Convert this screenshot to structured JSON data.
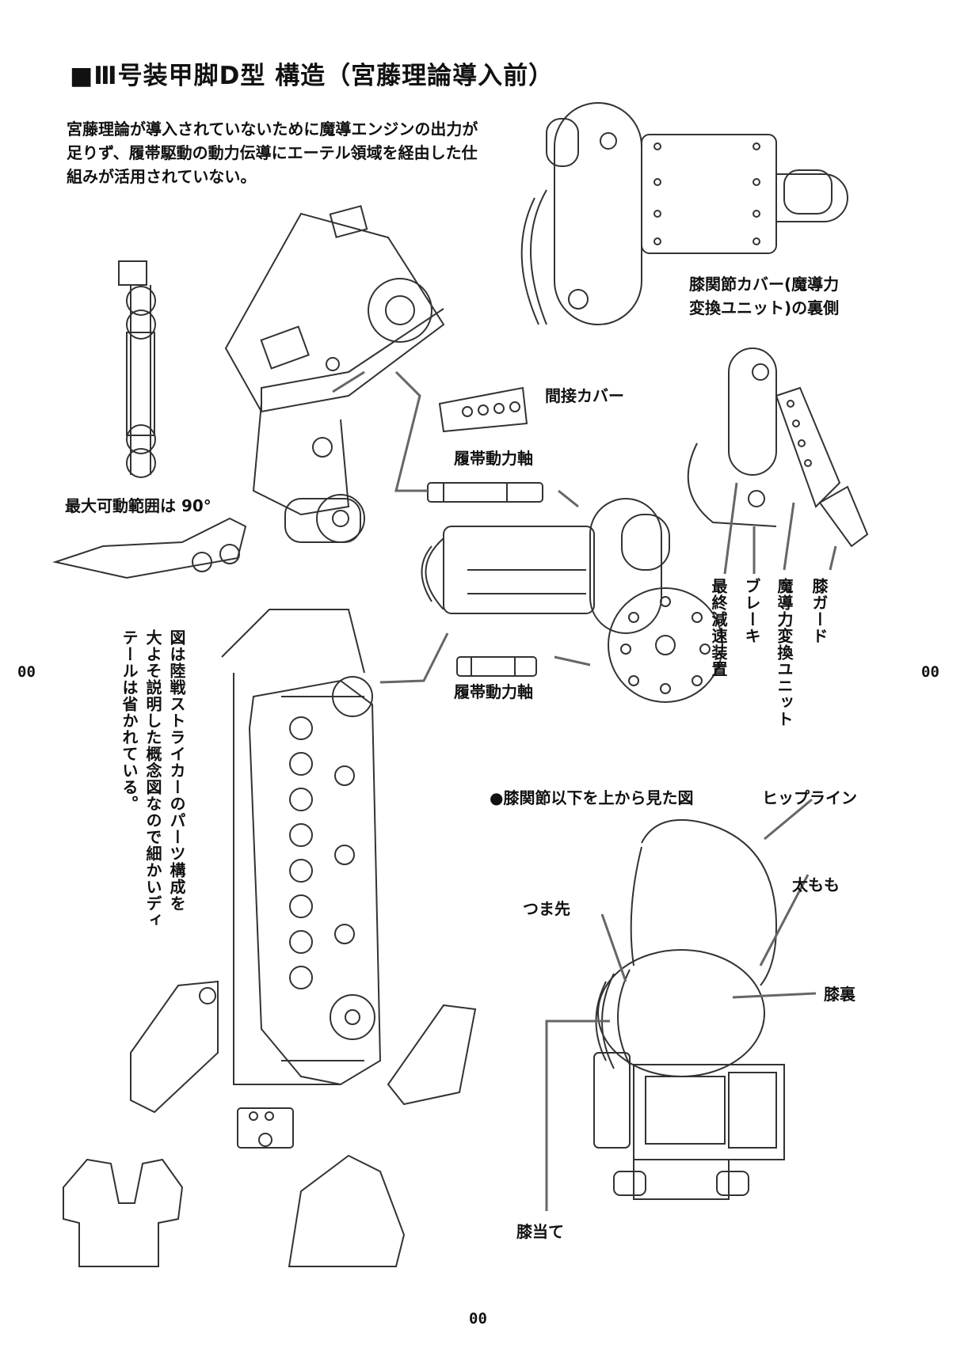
{
  "page": {
    "title": "■Ⅲ号装甲脚D型 構造（宮藤理論導入前）",
    "intro": [
      "宮藤理論が導入されていないために魔導エンジンの出力が",
      "足りず、履帯駆動の動力伝導にエーテル領域を経由した仕",
      "組みが活用されていない。"
    ],
    "page_number_left": "00",
    "page_number_right": "00",
    "page_number_bottom": "00"
  },
  "labels": {
    "knee_cover_back_1": "膝関節カバー(魔導力",
    "knee_cover_back_2": "変換ユニット)の裏側",
    "joint_cover": "間接カバー",
    "track_drive_shaft_top": "履帯動力軸",
    "track_drive_shaft_bottom": "履帯動力軸",
    "max_range": "最大可動範囲は 90°",
    "final_reduction": "最終減速装置",
    "brake": "ブレーキ",
    "magic_converter": "魔導力変換ユニット",
    "knee_guard": "膝ガード",
    "diagram_note": [
      "図は陸戦ストライカーのパーツ構成を",
      "大よそ説明した概念図なので細かいディ",
      "テールは省かれている。"
    ]
  },
  "top_view": {
    "heading": "●膝関節以下を上から見た図",
    "hip_line": "ヒップライン",
    "thigh": "太もも",
    "toe": "つま先",
    "back_of_knee": "膝裏",
    "knee_pad": "膝当て"
  }
}
